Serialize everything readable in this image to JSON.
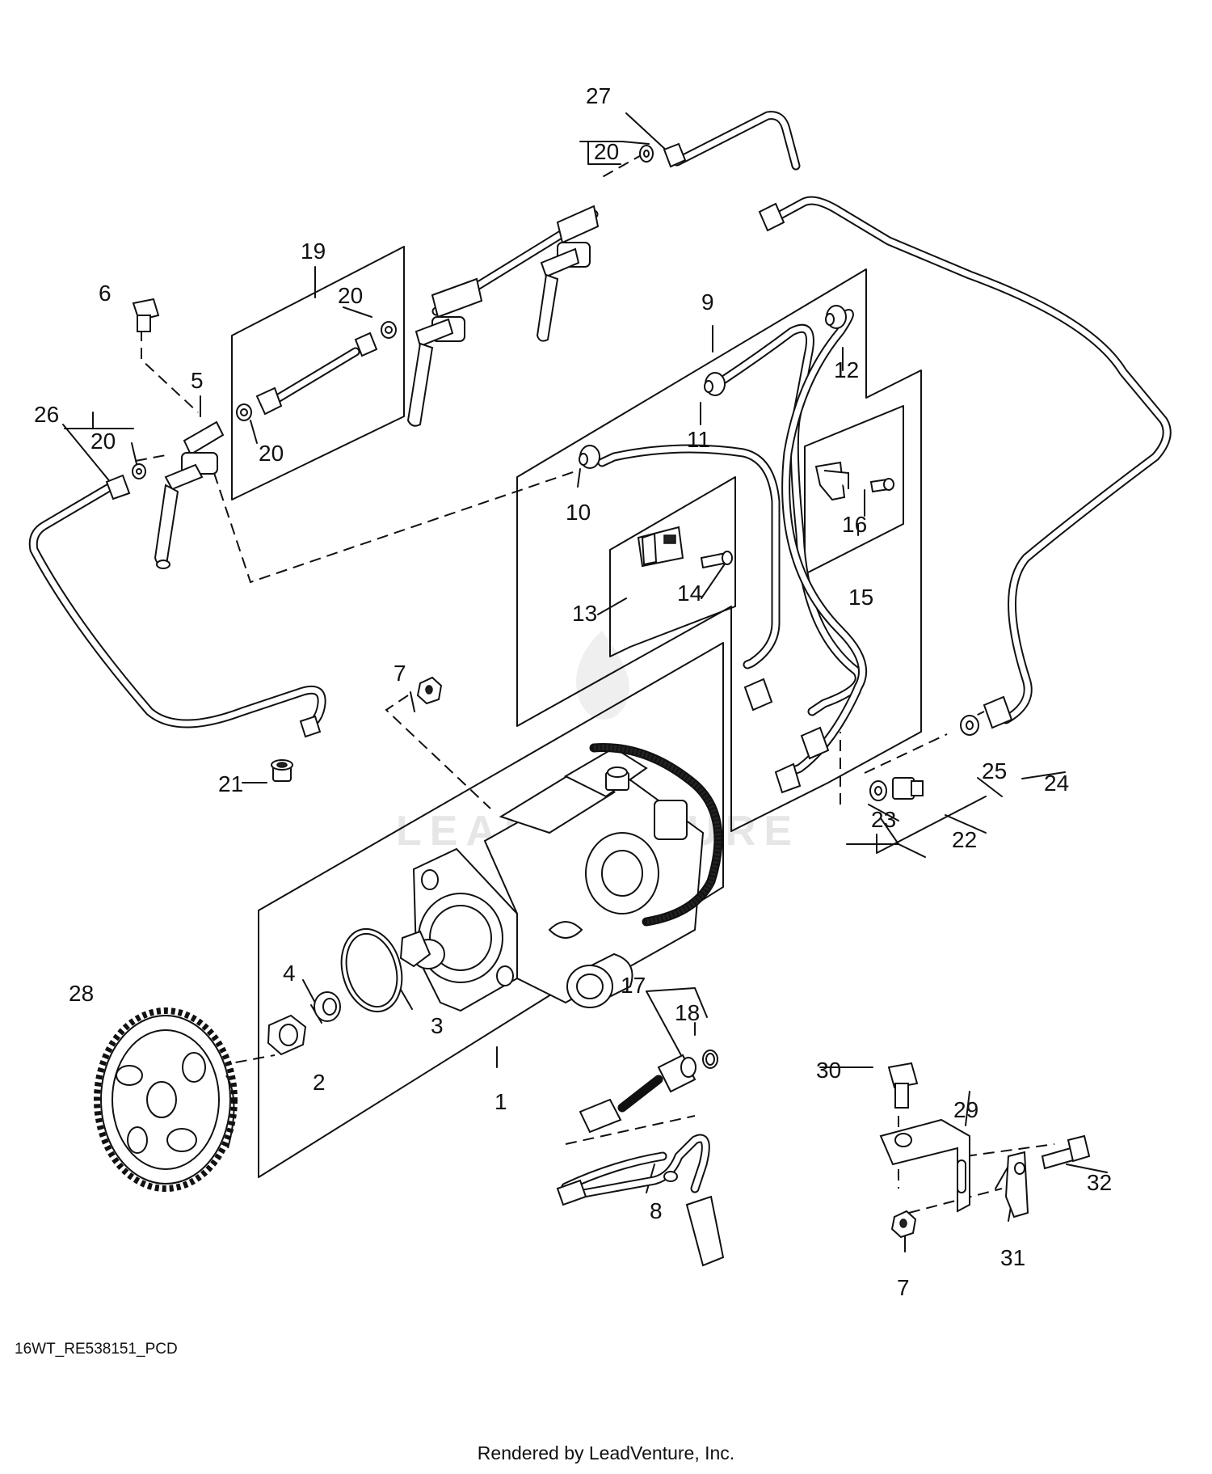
{
  "callouts": {
    "c1": "1",
    "c2": "2",
    "c3": "3",
    "c4": "4",
    "c5": "5",
    "c6": "6",
    "c7a": "7",
    "c7b": "7",
    "c8": "8",
    "c9": "9",
    "c10": "10",
    "c11": "11",
    "c12": "12",
    "c13": "13",
    "c14": "14",
    "c15": "15",
    "c16": "16",
    "c17": "17",
    "c18": "18",
    "c19": "19",
    "c20a": "20",
    "c20b": "20",
    "c20c": "20",
    "c20d": "20",
    "c21": "21",
    "c22": "22",
    "c23": "23",
    "c24": "24",
    "c25": "25",
    "c26": "26",
    "c27": "27",
    "c28": "28",
    "c29": "29",
    "c30": "30",
    "c31": "31",
    "c32": "32"
  },
  "watermark": "LEADVENTURE",
  "document_id": "16WT_RE538151_PCD",
  "footer": "Rendered by LeadVenture, Inc."
}
